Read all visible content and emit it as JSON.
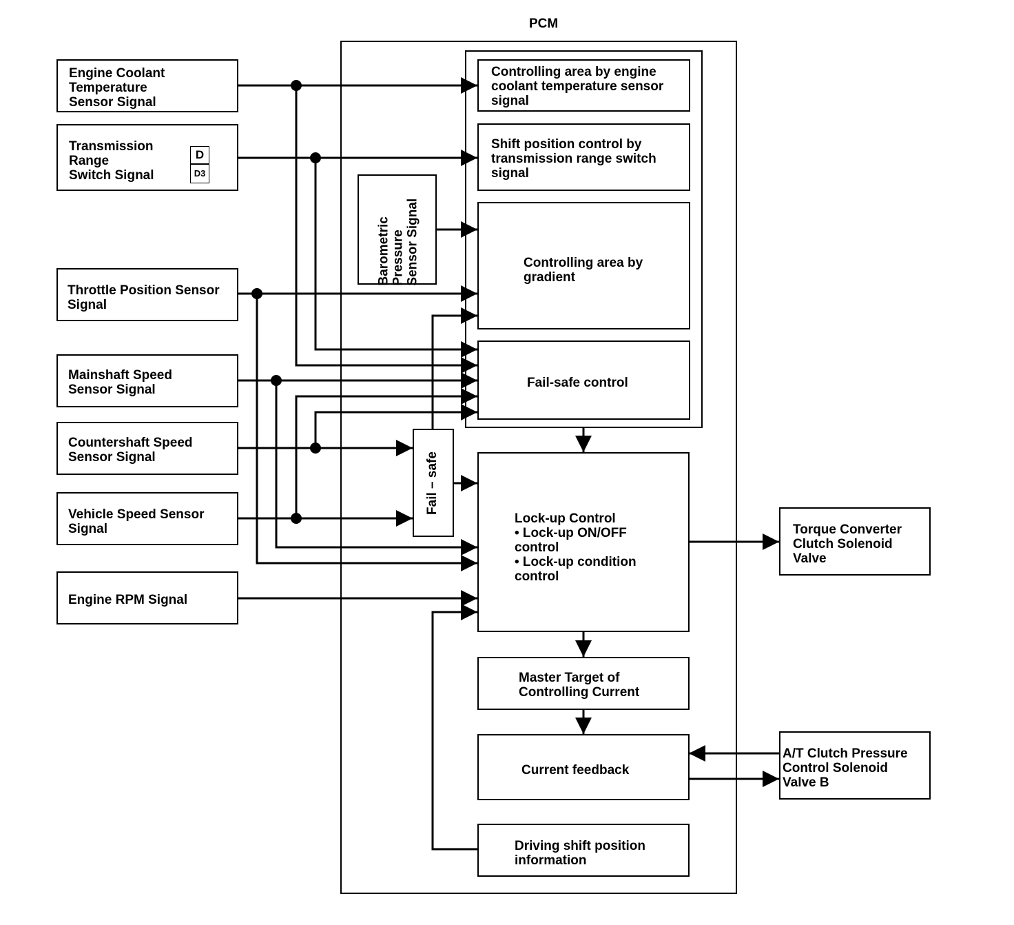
{
  "pcm_label": "PCM",
  "inputs": {
    "ect": "Engine Coolant\nTemperature\nSensor Signal",
    "trs": "Transmission\nRange\nSwitch Signal",
    "trs_badge_d": "D",
    "trs_badge_d3": "D3",
    "tps": "Throttle Position Sensor\nSignal",
    "mainshaft": "Mainshaft Speed\nSensor Signal",
    "countershaft": "Countershaft Speed\nSensor Signal",
    "vss": "Vehicle Speed Sensor\nSignal",
    "rpm": "Engine RPM Signal"
  },
  "barometric": "Barometric\nPressure\nSensor Signal",
  "failsafe_small": "Fail – safe",
  "pcm_blocks": {
    "ect_area": "Controlling area by engine\ncoolant temperature sensor\nsignal",
    "shift_position": "Shift position control by\ntransmission range switch\nsignal",
    "gradient": "Controlling area by\ngradient",
    "failsafe_control": "Fail-safe control",
    "lockup": "Lock-up Control\n• Lock-up ON/OFF\n   control\n• Lock-up condition\n   control",
    "master_target": "Master Target of\nControlling Current",
    "current_feedback": "Current feedback",
    "driving_shift": "Driving shift position\ninformation"
  },
  "outputs": {
    "tcc": "Torque Converter\nClutch Solenoid\nValve",
    "atcp": "A/T Clutch Pressure\nControl Solenoid\nValve B"
  }
}
